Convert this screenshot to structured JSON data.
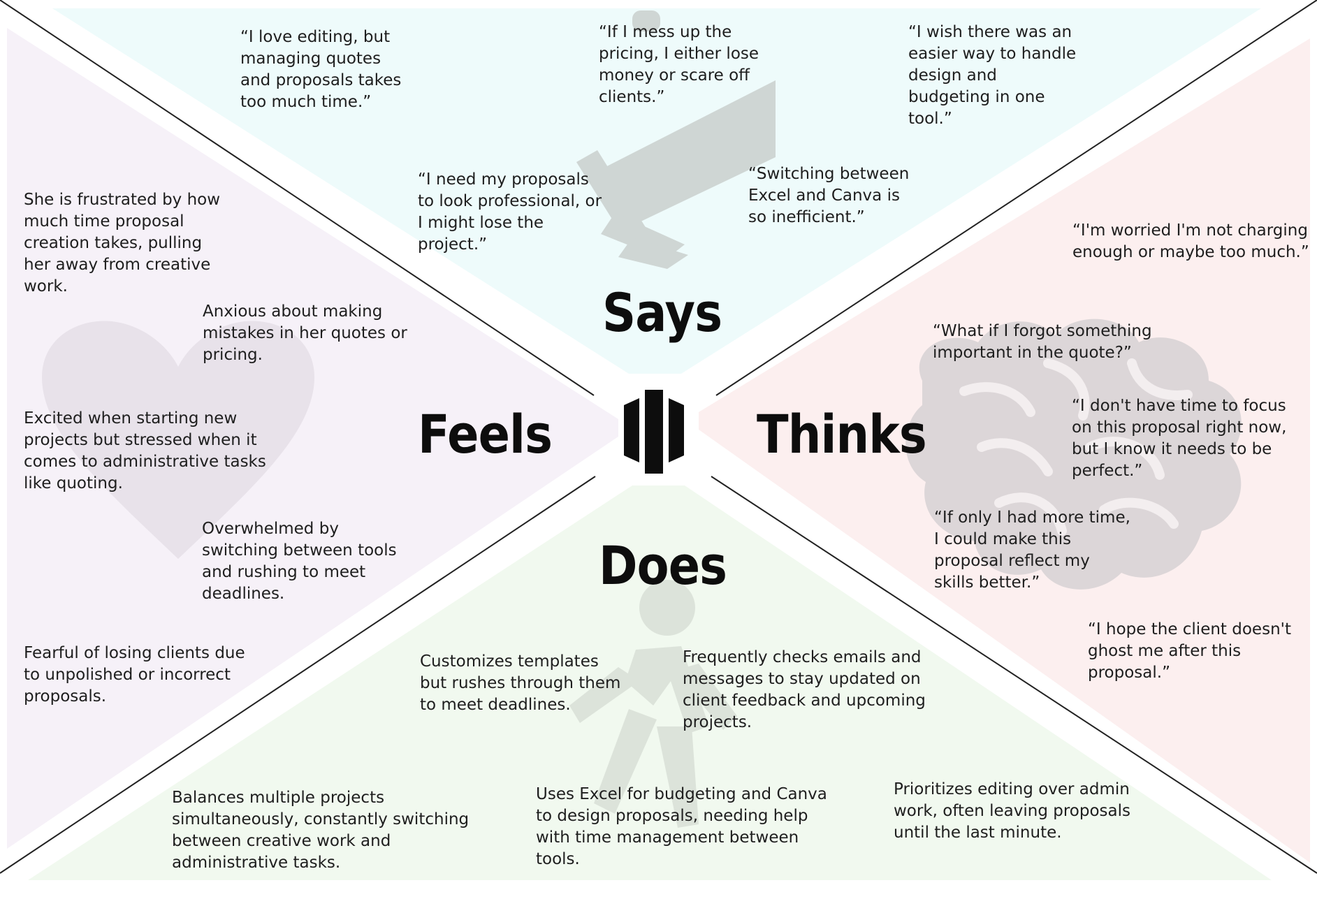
{
  "colors": {
    "says_bg": "#eefbfb",
    "thinks_bg": "#fcefef",
    "feels_bg": "#f6f1f8",
    "does_bg": "#f1f9ef",
    "icon_fill": "#cfd6d4",
    "line": "#222222",
    "text": "#1e1e1e"
  },
  "icons": [
    "megaphone-icon",
    "brain-icon",
    "heart-icon",
    "walking-person-icon",
    "center-logo-icon"
  ],
  "labels": {
    "says": "Says",
    "thinks": "Thinks",
    "feels": "Feels",
    "does": "Does"
  },
  "says": [
    "“I love editing, but managing quotes and proposals takes too much time.”",
    "“If I mess up the pricing, I either lose money or scare off clients.”",
    "“I wish there was an easier way to handle design and budgeting in one tool.”",
    "“I need my proposals to look professional, or I might lose the project.”",
    "“Switching between Excel and Canva is so inefficient.”"
  ],
  "thinks": [
    "“I'm worried I'm not charging enough or maybe too much.”",
    "“What if I forgot something important in the quote?”",
    "“I don't have time to focus on this proposal right now, but I know it needs to be perfect.”",
    "“If only I had more time, I could make this proposal reflect my skills better.”",
    "“I hope the client doesn't ghost me after this proposal.”"
  ],
  "feels": [
    "She is frustrated by how much time proposal creation takes, pulling her away from creative work.",
    "Anxious about making mistakes in her quotes or pricing.",
    "Excited when starting new projects but stressed when it comes to administrative tasks like quoting.",
    "Overwhelmed by switching between tools and rushing to meet deadlines.",
    "Fearful of losing clients due to unpolished or incorrect proposals."
  ],
  "does": [
    "Customizes templates but rushes through them to meet deadlines.",
    "Frequently checks emails and messages to stay updated on client feedback and upcoming projects.",
    "Balances multiple projects simultaneously, constantly switching between creative work and administrative tasks.",
    "Uses Excel for budgeting and Canva to design proposals, needing help with time management between tools.",
    "Prioritizes editing over admin work, often leaving proposals until the last minute."
  ]
}
